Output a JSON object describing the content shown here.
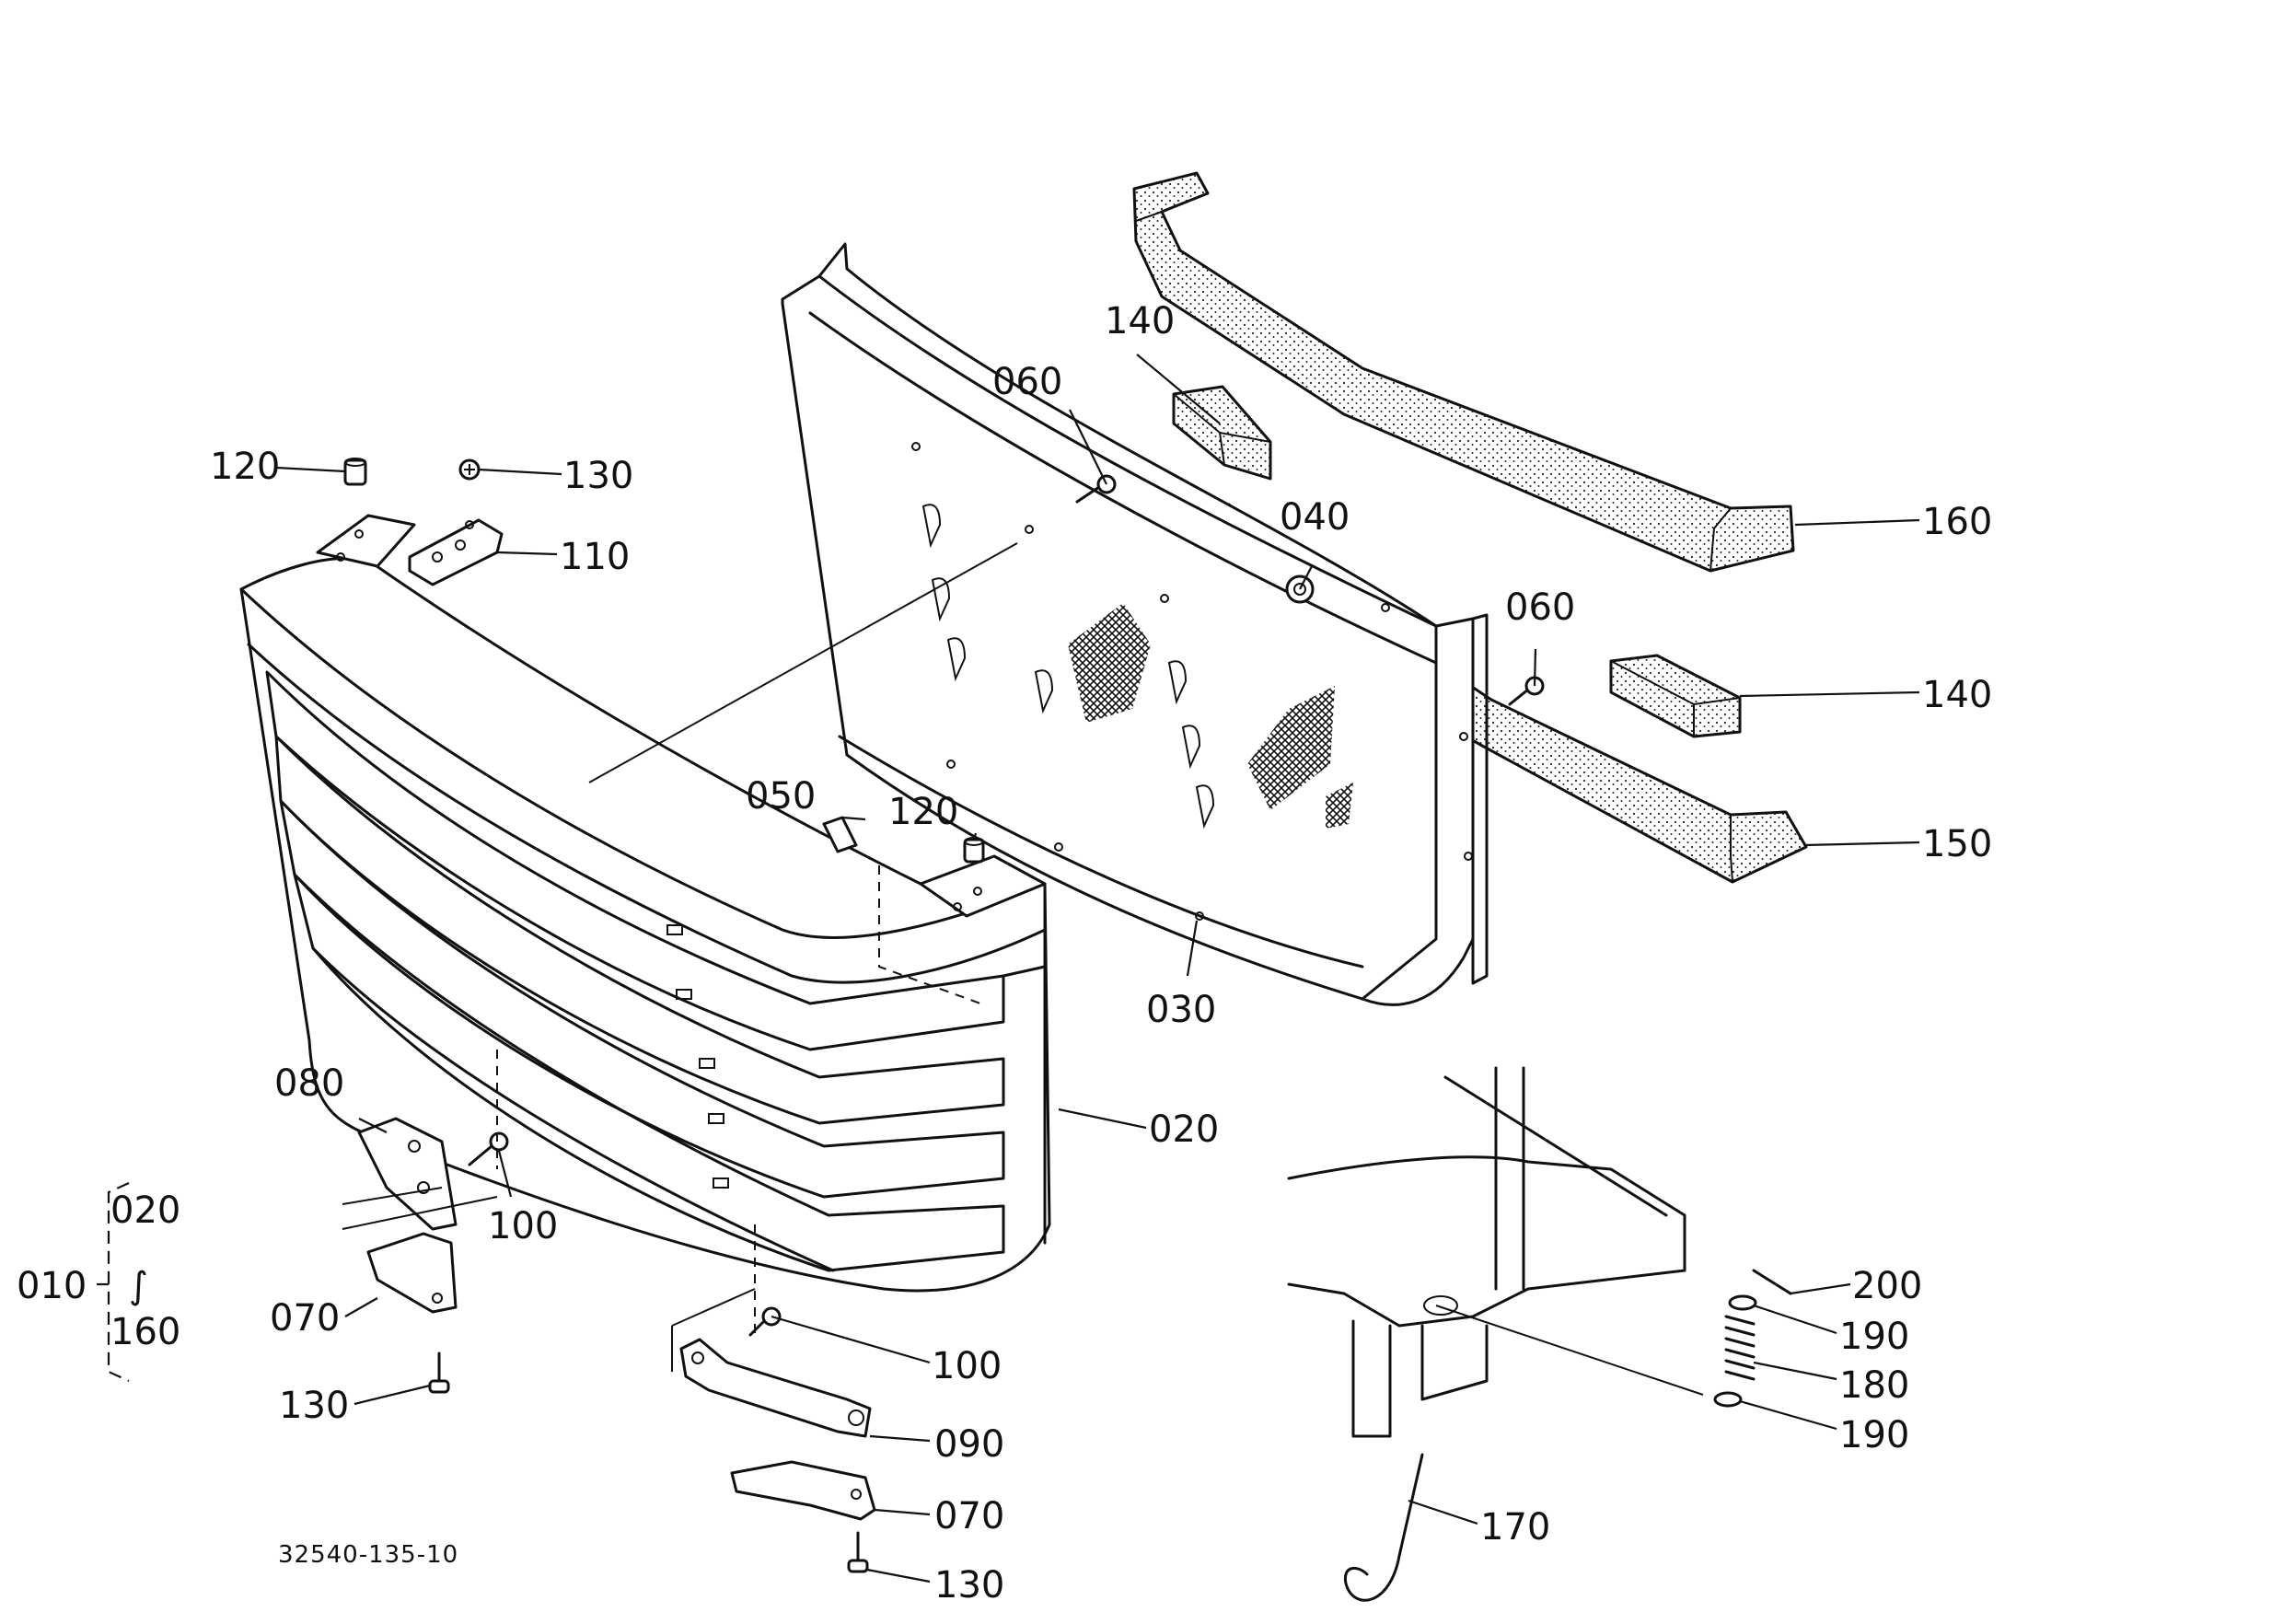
{
  "document_ref": "32540-135-10",
  "group": {
    "top": "020",
    "tilde": "∫",
    "bottom": "160",
    "root": "010"
  },
  "labels": [
    {
      "id": "l020",
      "text": "020"
    },
    {
      "id": "l030",
      "text": "030"
    },
    {
      "id": "l040",
      "text": "040"
    },
    {
      "id": "l050",
      "text": "050"
    },
    {
      "id": "l060a",
      "text": "060"
    },
    {
      "id": "l060b",
      "text": "060"
    },
    {
      "id": "l070a",
      "text": "070"
    },
    {
      "id": "l070b",
      "text": "070"
    },
    {
      "id": "l080",
      "text": "080"
    },
    {
      "id": "l090",
      "text": "090"
    },
    {
      "id": "l100a",
      "text": "100"
    },
    {
      "id": "l100b",
      "text": "100"
    },
    {
      "id": "l110",
      "text": "110"
    },
    {
      "id": "l120a",
      "text": "120"
    },
    {
      "id": "l120b",
      "text": "120"
    },
    {
      "id": "l130a",
      "text": "130"
    },
    {
      "id": "l130b",
      "text": "130"
    },
    {
      "id": "l130c",
      "text": "130"
    },
    {
      "id": "l140a",
      "text": "140"
    },
    {
      "id": "l140b",
      "text": "140"
    },
    {
      "id": "l150",
      "text": "150"
    },
    {
      "id": "l160",
      "text": "160"
    },
    {
      "id": "l170",
      "text": "170"
    },
    {
      "id": "l180",
      "text": "180"
    },
    {
      "id": "l190a",
      "text": "190"
    },
    {
      "id": "l190b",
      "text": "190"
    },
    {
      "id": "l200",
      "text": "200"
    }
  ]
}
